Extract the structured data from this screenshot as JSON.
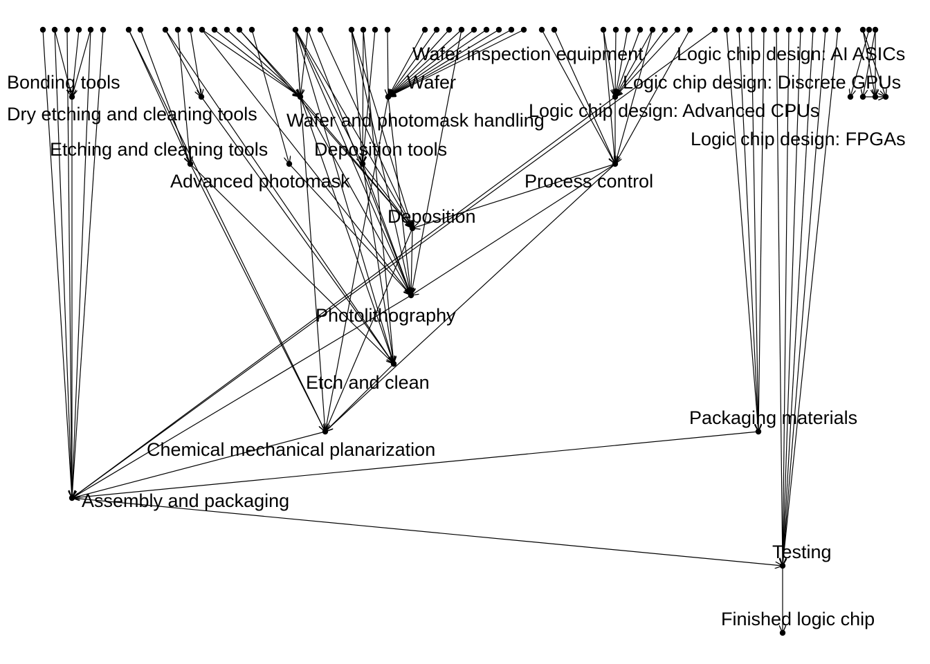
{
  "diagram": {
    "type": "directed-graph",
    "edge_color": "#000000",
    "node_color": "#000000",
    "background": "#ffffff",
    "labels": {
      "bonding_tools": "Bonding tools",
      "dry_etching_tools": "Dry etching and cleaning tools",
      "etching_tools": "Etching and cleaning tools",
      "advanced_photomask": "Advanced photomask",
      "wafer_photomask_handling": "Wafer and photomask handling",
      "deposition_tools": "Deposition tools",
      "wafer_inspection": "Wafer inspection equipment",
      "wafer": "Wafer",
      "logic_ai_asics": "Logic chip design: AI ASICs",
      "logic_discrete_gpus": "Logic chip design: Discrete GPUs",
      "logic_advanced_cpus": "Logic chip design: Advanced CPUs",
      "logic_fpgas": "Logic chip design: FPGAs",
      "process_control": "Process control",
      "deposition": "Deposition",
      "photolithography": "Photolithography",
      "etch_and_clean": "Etch and clean",
      "packaging_materials": "Packaging materials",
      "chemical_mechanical_planarization": "Chemical mechanical planarization",
      "assembly_and_packaging": "Assembly and packaging",
      "testing": "Testing",
      "finished_logic_chip": "Finished logic chip"
    },
    "edges": [
      [
        "bonding_tools",
        "assembly_and_packaging"
      ],
      [
        "dry_etching_tools",
        "etch_and_clean"
      ],
      [
        "etching_tools",
        "etch_and_clean"
      ],
      [
        "etching_tools",
        "chemical_mechanical_planarization"
      ],
      [
        "advanced_photomask",
        "photolithography"
      ],
      [
        "wafer_photomask_handling",
        "deposition"
      ],
      [
        "wafer_photomask_handling",
        "photolithography"
      ],
      [
        "wafer_photomask_handling",
        "etch_and_clean"
      ],
      [
        "deposition_tools",
        "deposition"
      ],
      [
        "deposition_tools",
        "photolithography"
      ],
      [
        "deposition_tools",
        "etch_and_clean"
      ],
      [
        "wafer",
        "photolithography"
      ],
      [
        "wafer",
        "chemical_mechanical_planarization"
      ],
      [
        "wafer_inspection",
        "process_control"
      ],
      [
        "wafer_inspection",
        "assembly_and_packaging"
      ],
      [
        "process_control",
        "deposition"
      ],
      [
        "process_control",
        "photolithography"
      ],
      [
        "process_control",
        "chemical_mechanical_planarization"
      ],
      [
        "deposition",
        "photolithography"
      ],
      [
        "deposition",
        "chemical_mechanical_planarization"
      ],
      [
        "photolithography",
        "assembly_and_packaging"
      ],
      [
        "etch_and_clean",
        "chemical_mechanical_planarization"
      ],
      [
        "chemical_mechanical_planarization",
        "assembly_and_packaging"
      ],
      [
        "packaging_materials",
        "assembly_and_packaging"
      ],
      [
        "assembly_and_packaging",
        "testing"
      ],
      [
        "testing",
        "finished_logic_chip"
      ],
      [
        "logic_ai_asics",
        "logic_discrete_gpus"
      ],
      [
        "logic_fpgas",
        "logic_discrete_gpus"
      ]
    ]
  }
}
